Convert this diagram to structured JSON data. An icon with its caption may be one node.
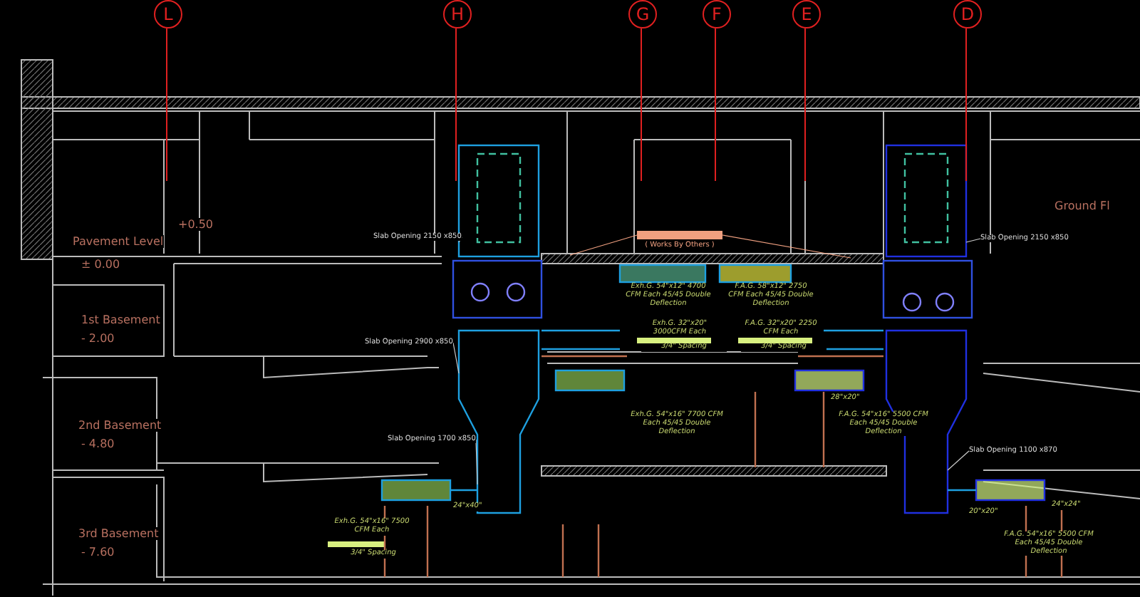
{
  "diagram": {
    "nodes": [
      {
        "text": [
          "( Works By Others )"
        ]
      },
      {
        "text": [
          "Slab Opening 2150 x850"
        ]
      },
      {
        "text": [
          "Slab Opening 2900 x850"
        ]
      },
      {
        "text": [
          "Slab Opening 1700 x850"
        ]
      },
      {
        "text": [
          "Slab Opening 2150 x850"
        ]
      },
      {
        "text": [
          "Slab Opening 1100 x870"
        ]
      }
    ],
    "edges": [
      {
        "from": 0,
        "to": null,
        "arrow": "none"
      },
      {
        "from": 0,
        "to": null,
        "arrow": "none"
      },
      {
        "from": 1,
        "to": null,
        "arrow": "none"
      },
      {
        "from": 2,
        "to": null,
        "arrow": "none"
      },
      {
        "from": 3,
        "to": null,
        "arrow": "none"
      },
      {
        "from": 4,
        "to": null,
        "arrow": "none"
      },
      {
        "from": 5,
        "to": null,
        "arrow": "none"
      }
    ],
    "labels": [
      "L",
      "H",
      "G",
      "F",
      "E",
      "D",
      "Ground Fl",
      "Pavement Level",
      "+0.50",
      "± 0.00",
      "1st Basement",
      "- 2.00",
      "2nd Basement",
      "- 4.80",
      "3rd Basement",
      "- 7.60",
      "Exh.G. 54\"x12\" 4700 CFM Each 45/45 Double Deflection",
      "3/4\" Spacing",
      "F.A.G. 58\"x12\" 2750 CFM Each 45/45 Double Deflection",
      "Exh.G. 32\"x20\" 3000CFM Each",
      "3/4\" Spacing",
      "F.A.G. 32\"x20\" 2250 CFM Each",
      "Exh.G. 54\"x16\" 7700 CFM Each 45/45 Double Deflection",
      "F.A.G. 54\"x16\" 5500 CFM Each 45/45 Double Deflection",
      "Exh.G. 54\"x16\" 7500 CFM Each",
      "3/4\" Spacing",
      "F.A.G. 54\"x16\" 5500 CFM Each 45/45 Double Deflection",
      "24\"x40\"",
      "28\"x20\"",
      "20\"x20\"",
      "24\"x24\""
    ]
  }
}
